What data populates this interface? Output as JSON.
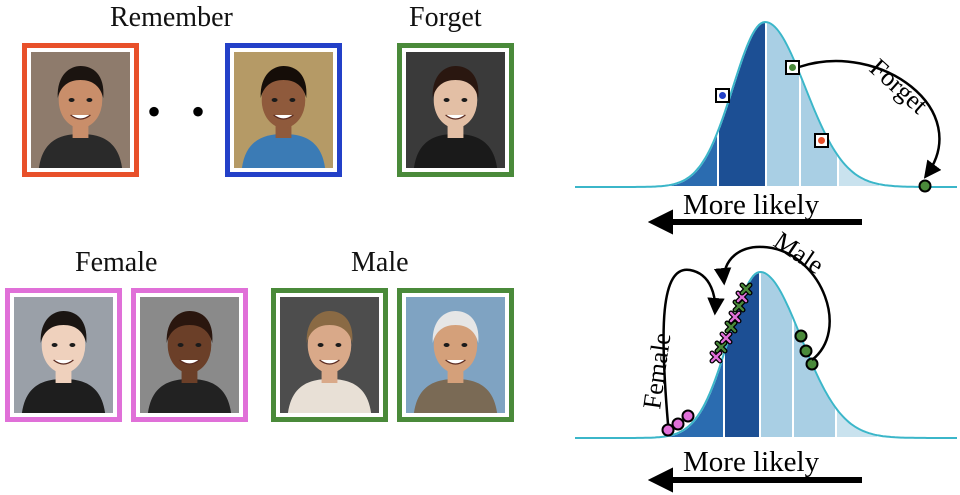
{
  "left_panel": {
    "top_row": {
      "remember_label": "Remember",
      "forget_label": "Forget",
      "ellipsis": "• • •",
      "photos": [
        {
          "name": "remember-photo-1",
          "frame_color": "#e8502a",
          "skin": "#c98e6a",
          "hair": "#1b1410",
          "bg": "#8e7b6c",
          "clothes": "#2a2a2a"
        },
        {
          "name": "remember-photo-2",
          "frame_color": "#2340c8",
          "skin": "#8f5a3c",
          "hair": "#150d08",
          "bg": "#b59a66",
          "clothes": "#3b7bb5"
        },
        {
          "name": "forget-photo-1",
          "frame_color": "#4a8a3a",
          "skin": "#e3bfa5",
          "hair": "#2a1710",
          "bg": "#3a3a3a",
          "clothes": "#1a1a1a"
        }
      ]
    },
    "bottom_row": {
      "female_label": "Female",
      "male_label": "Male",
      "photos": [
        {
          "name": "female-photo-1",
          "frame_color": "#e070d8",
          "skin": "#efd1bd",
          "hair": "#1a1512",
          "bg": "#9aa0a8",
          "clothes": "#1e1e1e"
        },
        {
          "name": "female-photo-2",
          "frame_color": "#e070d8",
          "skin": "#6b3f28",
          "hair": "#2a160e",
          "bg": "#8a8a8a",
          "clothes": "#222222"
        },
        {
          "name": "male-photo-1",
          "frame_color": "#4a8a3a",
          "skin": "#d9a989",
          "hair": "#8a6a44",
          "bg": "#4d4d4d",
          "clothes": "#e8e0d6"
        },
        {
          "name": "male-photo-2",
          "frame_color": "#4a8a3a",
          "skin": "#d4a07a",
          "hair": "#e6e6e6",
          "bg": "#7fa3c2",
          "clothes": "#7a6a55"
        }
      ]
    }
  },
  "right_panel": {
    "top_diagram": {
      "arrow_label": "Forget",
      "axis_label": "More likely"
    },
    "bottom_diagram": {
      "female_arrow_label": "Female",
      "male_arrow_label": "Male",
      "axis_label": "More likely"
    },
    "colors": {
      "curve": "#3bb6c9",
      "band_dark": "#1c4f94",
      "band_mid": "#2b6cb0",
      "band_light": "#a9cfe4",
      "band_lighter": "#c9e2ee",
      "remember_marker": "#2340c8",
      "forget_marker": "#4a8a3a",
      "extra_marker": "#e8502a",
      "female_marker": "#e070d8",
      "male_marker": "#4a8a3a"
    }
  }
}
